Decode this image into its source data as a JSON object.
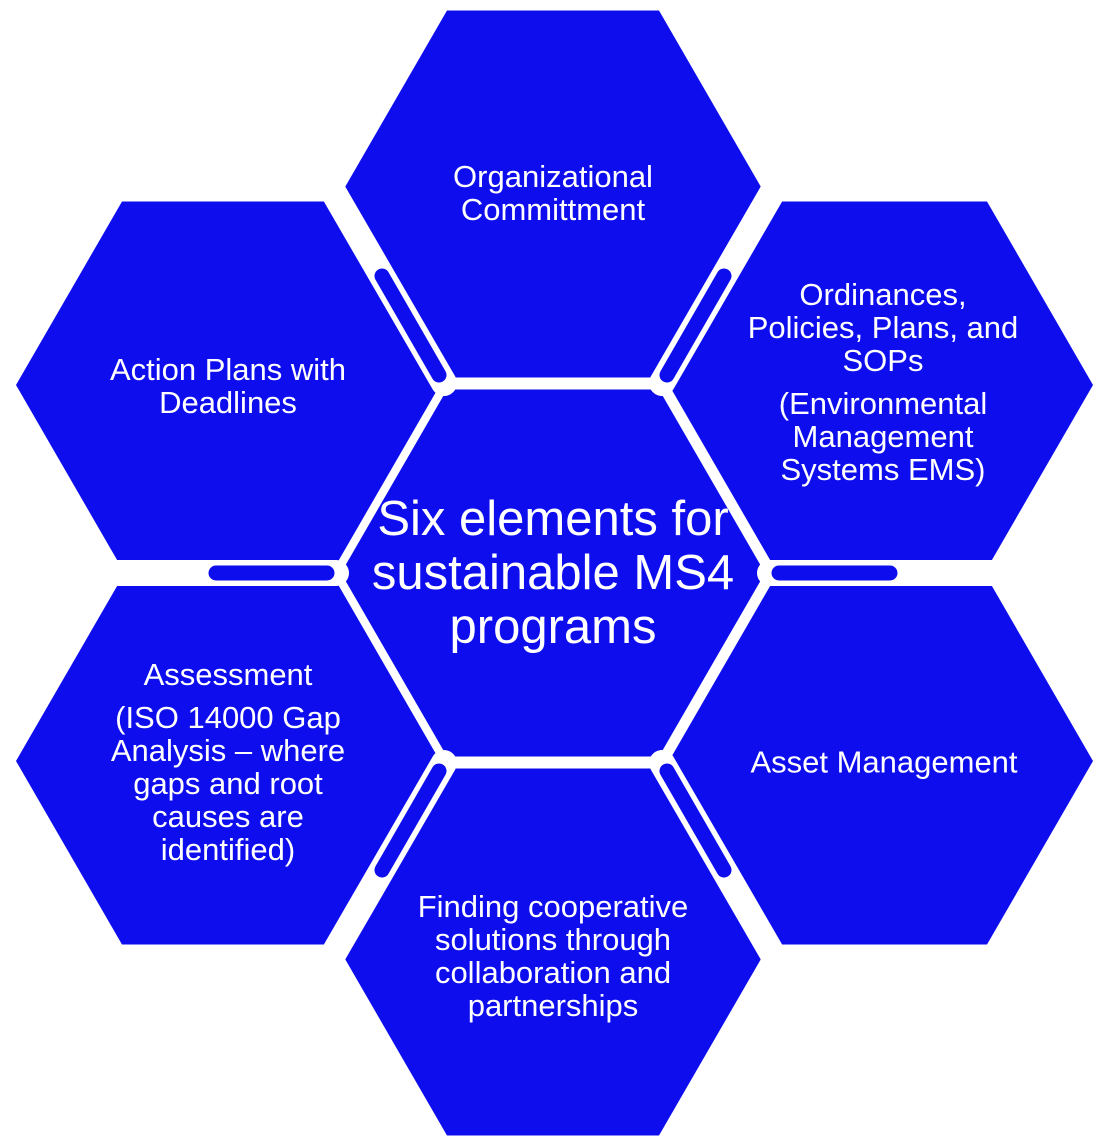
{
  "colors": {
    "hexagon_fill": "#0d0dee",
    "label_text": "#ffffff",
    "page_background": "#ffffff"
  },
  "center_hexagon": {
    "lines": [
      "Six elements for",
      "sustainable MS4",
      "programs"
    ]
  },
  "hexagons": {
    "top": {
      "lines": [
        "Organizational",
        "Committment"
      ]
    },
    "upper_right": {
      "paragraph1": [
        "Ordinances,",
        "Policies, Plans, and",
        "SOPs"
      ],
      "paragraph2": [
        "(Environmental",
        "Management",
        "Systems EMS)"
      ]
    },
    "upper_left": {
      "lines": [
        "Action Plans with",
        "Deadlines"
      ]
    },
    "lower_left": {
      "paragraph1": [
        "Assessment"
      ],
      "paragraph2": [
        "(ISO 14000 Gap",
        "Analysis – where",
        "gaps and root",
        "causes are",
        "identified)"
      ]
    },
    "lower_right": {
      "lines": [
        "Asset Management"
      ]
    },
    "bottom": {
      "lines": [
        "Finding cooperative",
        "solutions through",
        "collaboration and",
        "partnerships"
      ]
    }
  }
}
